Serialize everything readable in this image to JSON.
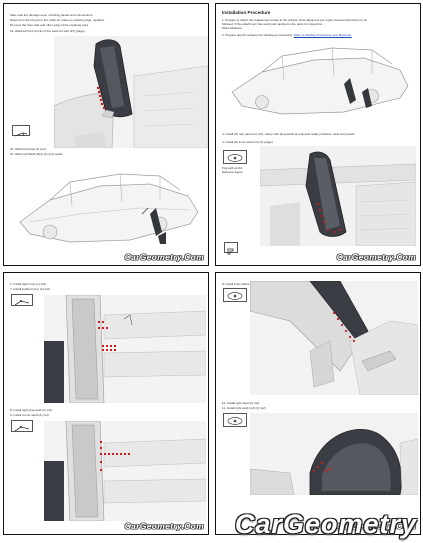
{
  "page1": {
    "notes": [
      "Take note the damage area, including panels and connections.",
      "Raise front left (if part) to the collar for make up welding edge, repaired.",
      "Remove the front side and other edge of the repairing area.",
      "19. Weld left front (ref E) of the weld cut with (27) (page)"
    ],
    "step_a": "20. Weld left panel (1) (ref)",
    "step_b": "21. Weld Left Weld (Ref) (A) (ref) welds",
    "icon": "weld-tool-icon",
    "watermark": "CarGeometry.Com"
  },
  "page2": {
    "header": "Installation Procedure",
    "steps": [
      "1. Prepare to attach the replacement panel to the vehicle. Note alignment per repair manual instructions to be",
      "   followed. If the attachment has weld paint applied to the parts for inspection...",
      "   Weld adhesive.",
      "2. Prepare all joint surfaces for welding as necessary."
    ],
    "link_text": "Refer to Welding Procedures and Materials.",
    "step3": "3. Install left rear panel (1) (ref), clamp with plug welds at prepared ready positions, weld tool panels.",
    "step4": "4. Install left inner weld (ref) (2) (page)",
    "icon_labels": [
      "Plug weld symbol",
      "Reference legend"
    ],
    "watermark": "CarGeometry.Com"
  },
  "page3": {
    "steps_top": [
      "6. Install right inner (1) (ref)",
      "7. Install welded inner (A) (ref)"
    ],
    "steps_mid": [
      "8. Install right plug weld (1) (ref)",
      "9. Install corner weld (A) (ref)"
    ],
    "watermark": "CarGeometry.Com"
  },
  "page4": {
    "step_top": "8. Install Front Weld (2) (ref)",
    "steps_mid": [
      "10. Install right weld (2) (ref)",
      "11. Install right weld (ref) (2) (ref)"
    ],
    "watermark": "CarGeometry.Com"
  },
  "brand": "CarGeometry"
}
